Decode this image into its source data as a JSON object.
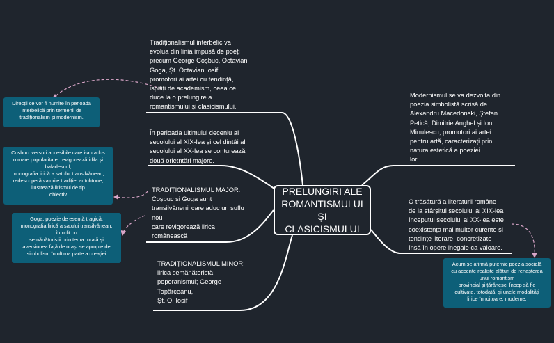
{
  "central": {
    "title": "PRELUNGIRI ALE\nROMANTISMULUI ȘI\nCLASICISMULUI"
  },
  "topics": {
    "t1": "Tradiționalismul interbelic va\nevolua din linia impusă de poeți\nprecum George Coșbuc, Octavian\nGoga, Șt. Octavian Iosif,\npromotori ai artei cu tendință,\nispitiți de academism, ceea ce\nduce la o prelungire a\nromantismului și clasicismului.",
    "t2": "În perioada ultimului deceniu al\nsecolului al XIX-lea și cel dintâi al\nsecolului al XX-lea se conturează\ndouă orietntări majore.",
    "t3": "TRADIȚIONALISMUL MAJOR:\nCoșbuc și Goga sunt\ntransilvănenii care aduc un suflu\nnou\ncare revigorează lirica\nromânească",
    "t4": "TRADIȚIONALISMUL MINOR:\nlirica semănătoristă;\npoporanismul; George\nTopârceanu,\nȘt. O. Iosif",
    "t5": "Modernismul se va dezvolta din\npoezia simbolistă scrisă de\nAlexandru Macedonski, Ștefan\nPetică, Dimitrie Anghel și Ion\nMinulescu, promotori ai artei\npentru artă, caracterizați prin\nnatura estetică a poeziei\nlor.",
    "t6": "O trăsătură a literaturii române\nde la sfârșitul secolului al XIX-lea\nînceputul secolului al XX-lea este\ncoexistența mai multor curente și\ntendințe literare, concretizate\nînsă în opere inegale ca valoare."
  },
  "notes": {
    "n1": "Direcții ce vor fi numite în perioada\ninterbelică prin termenii de\ntradiționalism și modernism.",
    "n2": "Coșbuc: versuri accesibile care i-au adus\no mare popularitate; revigorează idila și\nbaladescul;\nmonografia lirică a satului transilvănean;\nredescoperă valorile tradiției autohtone;\nilustrează lirismul de tip\nobiectiv",
    "n3": "Goga: poezie de esență tragică;\nmonografia lirică a satului transilvănean;\nînrudit cu\nsemănătoriștii prin tema rurală și\naversiunea față de oraș, se apropie de\nsimbolism în ultima parte a creației",
    "n4": "Acum se afirmă puternic poezia socială\ncu accente realiste alături de renașterea\nunui romantism\nprovincial și țărănesc. Încep să fie\ncultivate, totodată, și unele modalități\nlirice înnoitoare, moderne."
  },
  "colors": {
    "background": "#1f252d",
    "line": "#ffffff",
    "note_fill": "#0d5f78",
    "dashed_link": "#d9a6c8"
  }
}
